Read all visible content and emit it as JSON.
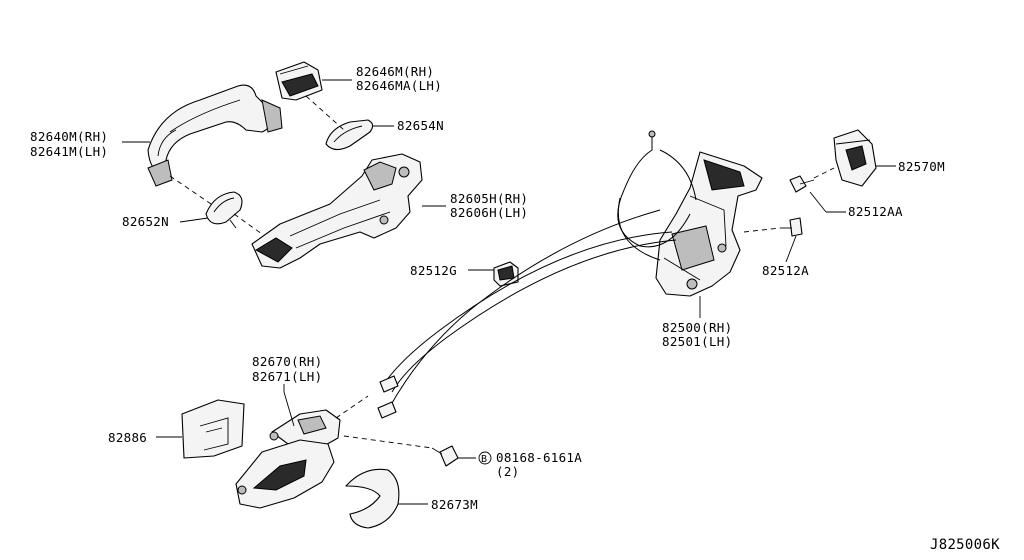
{
  "diagram_id": "J825006K",
  "labels": {
    "p82646": [
      "82646M(RH)",
      "82646MA(LH)"
    ],
    "p82640": [
      "82640M(RH)",
      "82641M(LH)"
    ],
    "p82654": [
      "82654N"
    ],
    "p82605": [
      "82605H(RH)",
      "82606H(LH)"
    ],
    "p82652": [
      "82652N"
    ],
    "p82512g": [
      "82512G"
    ],
    "p82570": [
      "82570M"
    ],
    "p82512aa": [
      "82512AA"
    ],
    "p82512a": [
      "82512A"
    ],
    "p82500": [
      "82500(RH)",
      "82501(LH)"
    ],
    "p82670": [
      "82670(RH)",
      "82671(LH)"
    ],
    "p82886": [
      "82886"
    ],
    "p08168": [
      "08168-6161A",
      "(2)"
    ],
    "p82673": [
      "82673M"
    ]
  },
  "bolt_marker": "B"
}
